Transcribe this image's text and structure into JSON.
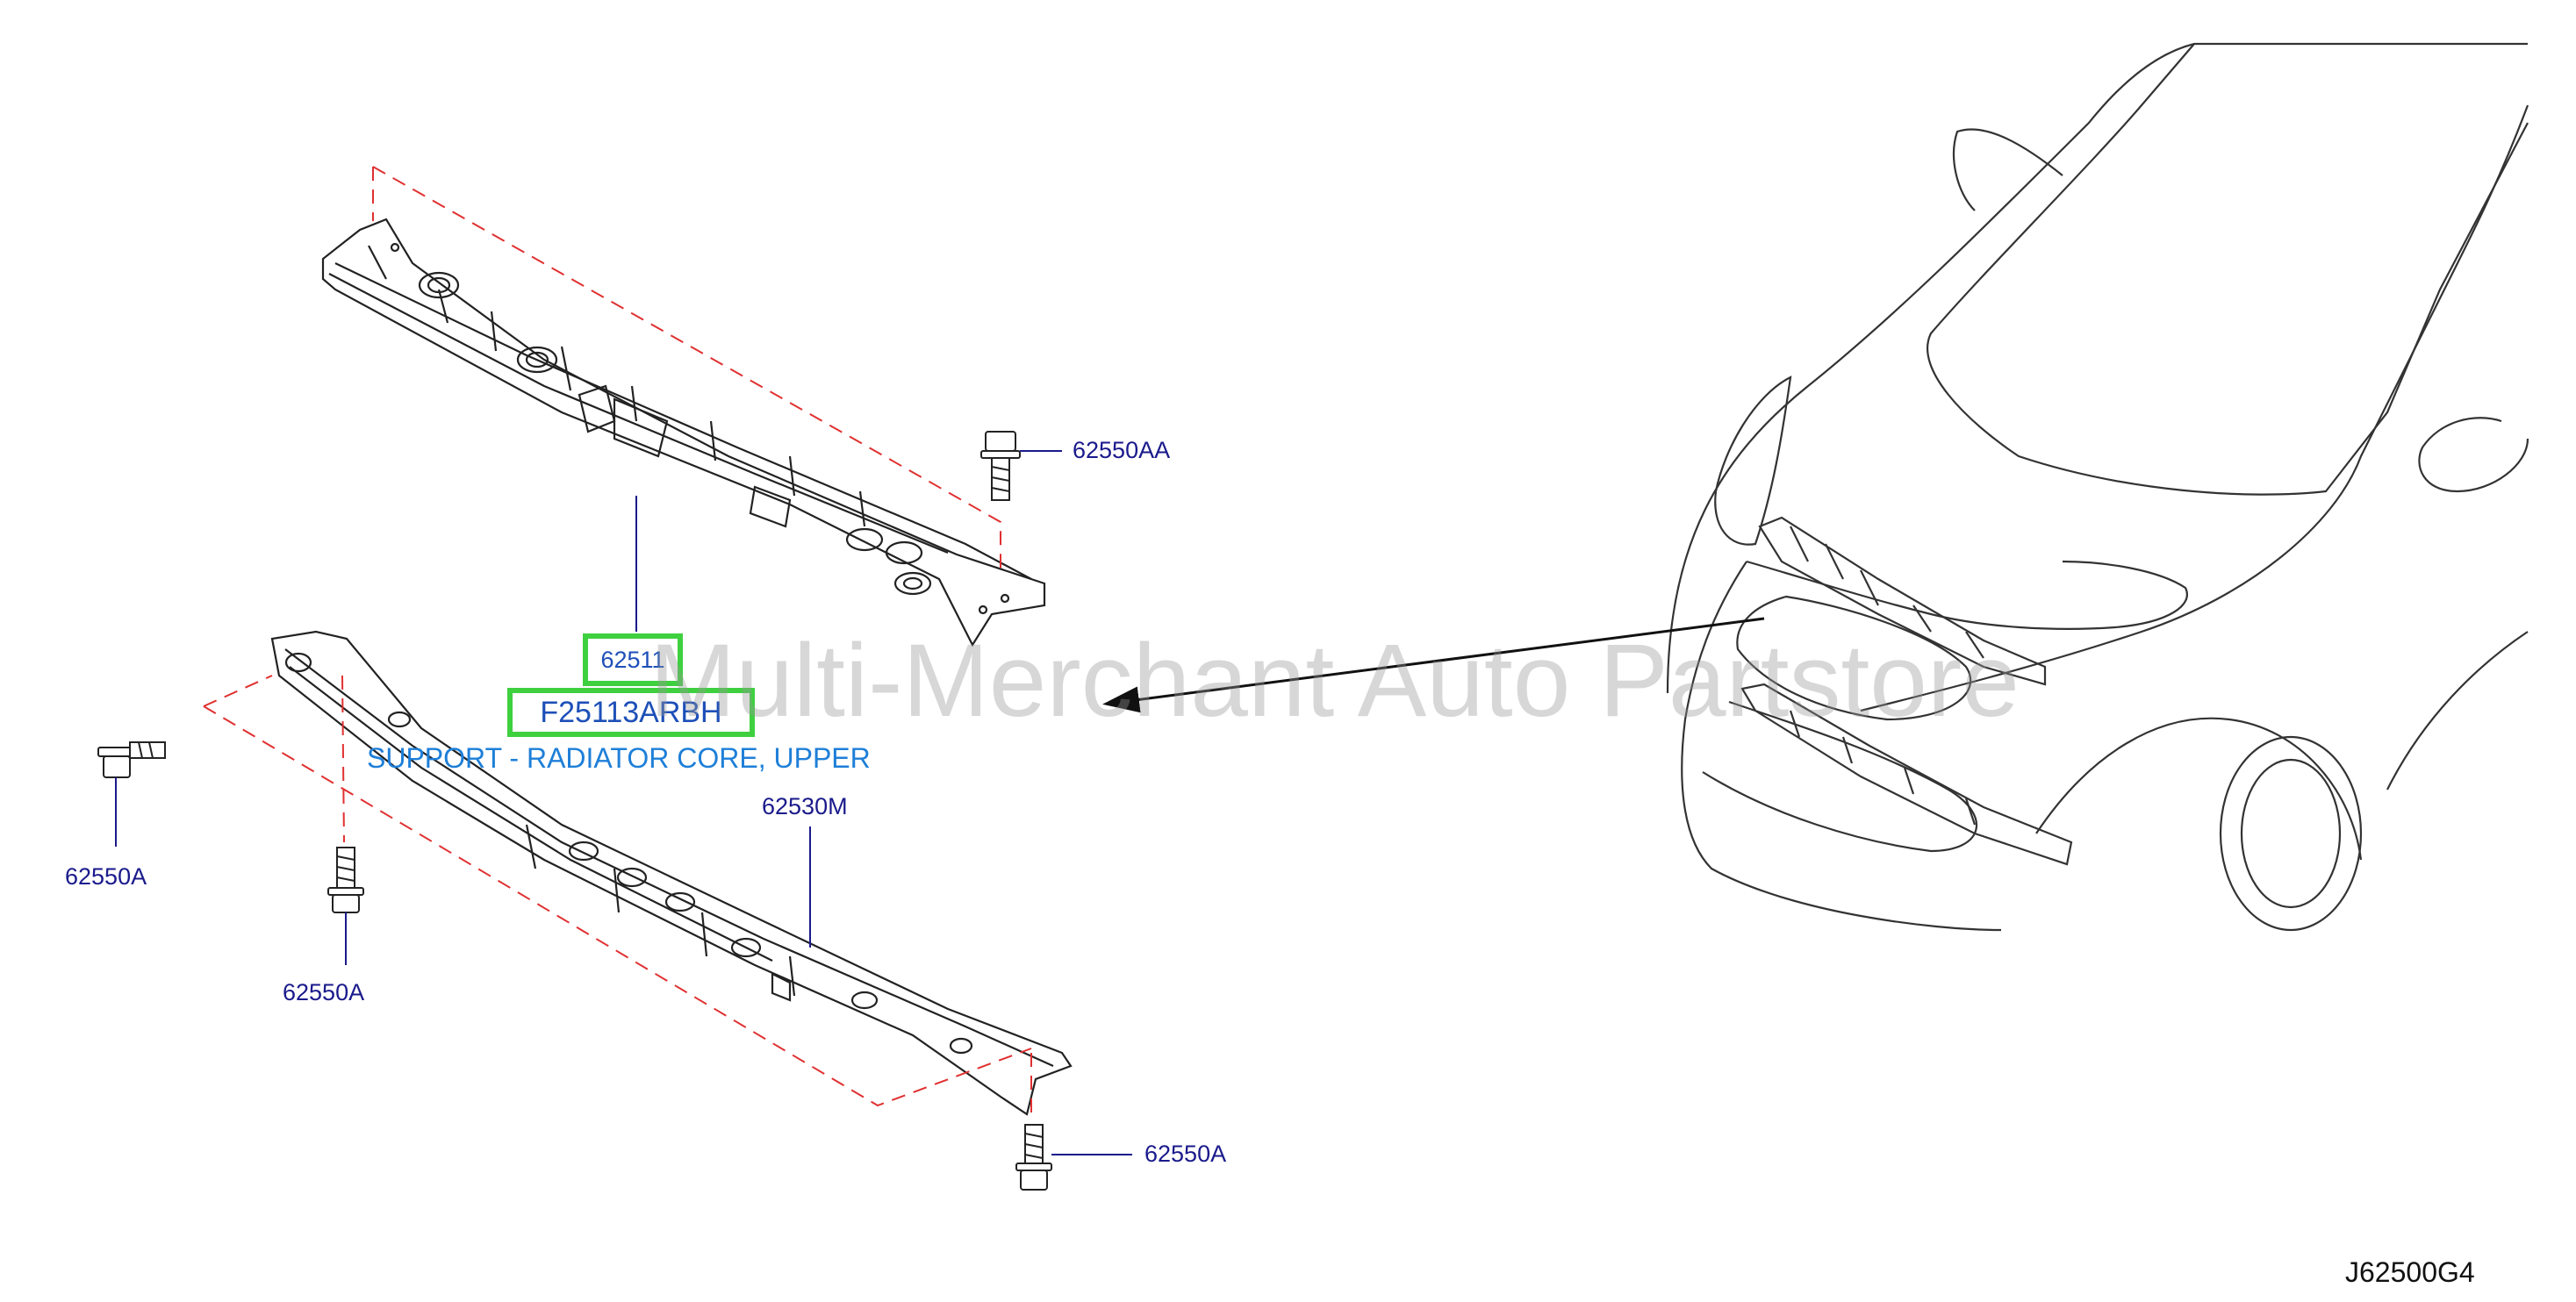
{
  "labels": {
    "bolt_upper": "62550AA",
    "bolt_left": "62550A",
    "bolt_lower_left": "62550A",
    "bolt_lower_right": "62550A",
    "lower_support": "62530M"
  },
  "callouts": {
    "part_number": "62511",
    "oem_number": "F25113ARBH",
    "description": "SUPPORT - RADIATOR CORE, UPPER"
  },
  "watermark": "Multi-Merchant Auto Partstore",
  "diagram_id": "J62500G4",
  "colors": {
    "callout_border": "#3fd03f",
    "label_text": "#1a1a8c",
    "description_text": "#1e7fd8",
    "dashed_lines": "#e03030",
    "line_art": "#222222"
  }
}
